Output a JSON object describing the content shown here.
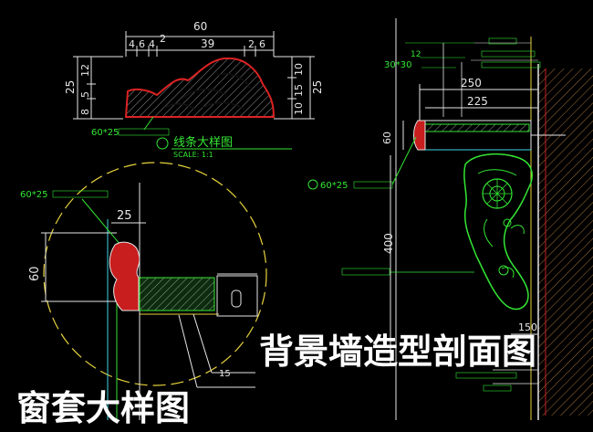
{
  "colors": {
    "background": "#000000",
    "line_white": "#e6e6e6",
    "text_green": "#33e633",
    "accent_red": "#c81e1e",
    "line_cyan": "#3fd6e6",
    "line_yellow": "#e6d23c",
    "hatch": "#9a9a9a"
  },
  "profile_detail": {
    "dim_total": "60",
    "dim_top": [
      "4",
      "6",
      "4",
      "2",
      "39",
      "2",
      "6"
    ],
    "dim_left": [
      "25",
      "8",
      "5",
      "12"
    ],
    "dim_right_inner": [
      "10",
      "15",
      "10"
    ],
    "dim_right": "25",
    "material_note": "60*25",
    "title": "线条大样图",
    "scale": "SCALE: 1:1"
  },
  "window_detail": {
    "material_note": "60*25",
    "dim_width": "25",
    "dim_height": "60",
    "bottom_note": "15"
  },
  "section_detail": {
    "notes_top": [
      "30*30",
      "12"
    ],
    "dim_250": "250",
    "dim_225": "225",
    "dim_60": "60",
    "material_note": "60*25",
    "dim_400": "400",
    "dim_150": "150"
  },
  "captions": {
    "section_title": "背景墙造型剖面图",
    "window_title": "窗套大样图"
  }
}
